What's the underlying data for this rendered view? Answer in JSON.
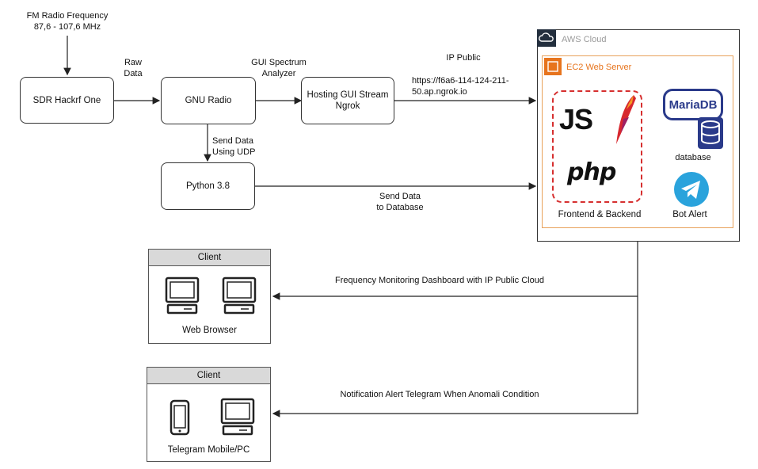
{
  "source": {
    "line1": "FM Radio Frequency",
    "line2": "87,6 - 107,6 MHz"
  },
  "nodes": {
    "sdr": "SDR Hackrf One",
    "gnu": "GNU Radio",
    "ngrok_line1": "Hosting GUI Stream",
    "ngrok_line2": "Ngrok",
    "python": "Python 3.8"
  },
  "edges": {
    "raw_l1": "Raw",
    "raw_l2": "Data",
    "gui_l1": "GUI Spectrum",
    "gui_l2": "Analyzer",
    "ip_label": "IP Public",
    "url_l1": "https://f6a6-114-124-211-",
    "url_l2": "50.ap.ngrok.io",
    "udp_l1": "Send Data",
    "udp_l2": "Using UDP",
    "db_l1": "Send Data",
    "db_l2": "to Database",
    "dashboard": "Frequency Monitoring Dashboard with IP Public Cloud",
    "notify": "Notification Alert Telegram When Anomali Condition"
  },
  "cloud": {
    "aws_title": "AWS Cloud",
    "ec2_title": "EC2 Web Server",
    "js": "JS",
    "php": "php",
    "mariadb": "MariaDB",
    "db_caption": "database",
    "frontend": "Frontend & Backend",
    "bot": "Bot Alert"
  },
  "clients": [
    {
      "title": "Client",
      "label": "Web Browser"
    },
    {
      "title": "Client",
      "label": "Telegram Mobile/PC"
    }
  ],
  "colors": {
    "aws": "#232f3e",
    "ec2": "#e7741d",
    "dashed": "#d62f2f",
    "mariadb": "#2a3a8a",
    "telegram": "#2aa3dc"
  }
}
